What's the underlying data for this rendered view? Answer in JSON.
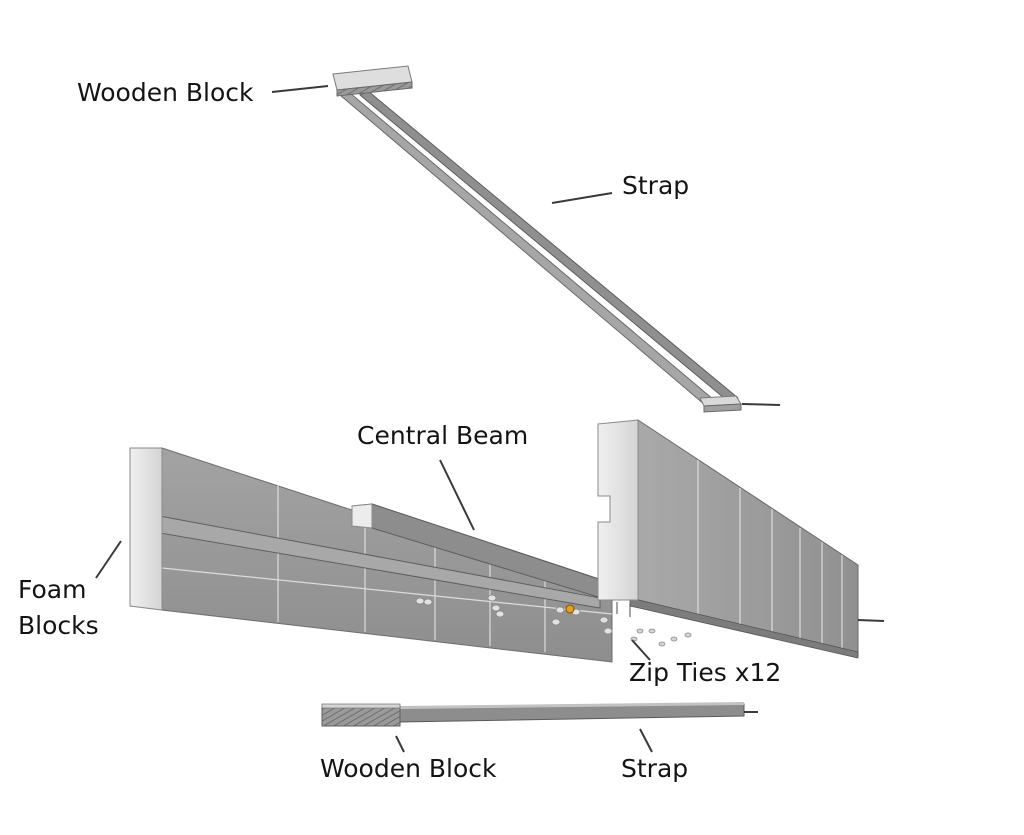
{
  "labels": {
    "wooden_block_top": "Wooden Block",
    "strap_top": "Strap",
    "central_beam": "Central Beam",
    "foam_blocks_line1": "Foam",
    "foam_blocks_line2": "Blocks",
    "zip_ties": "Zip Ties x12",
    "wooden_block_bottom": "Wooden Block",
    "strap_bottom": "Strap"
  },
  "colors": {
    "background": "#ffffff",
    "foam_face": "#9b9b9b",
    "foam_top": "#b8b8b8",
    "foam_end": "#e6e6e6",
    "wood_face": "#8a8a8a",
    "strap": "#909090",
    "zip_tie_accent": "#e8a020",
    "label_text": "#141414"
  }
}
